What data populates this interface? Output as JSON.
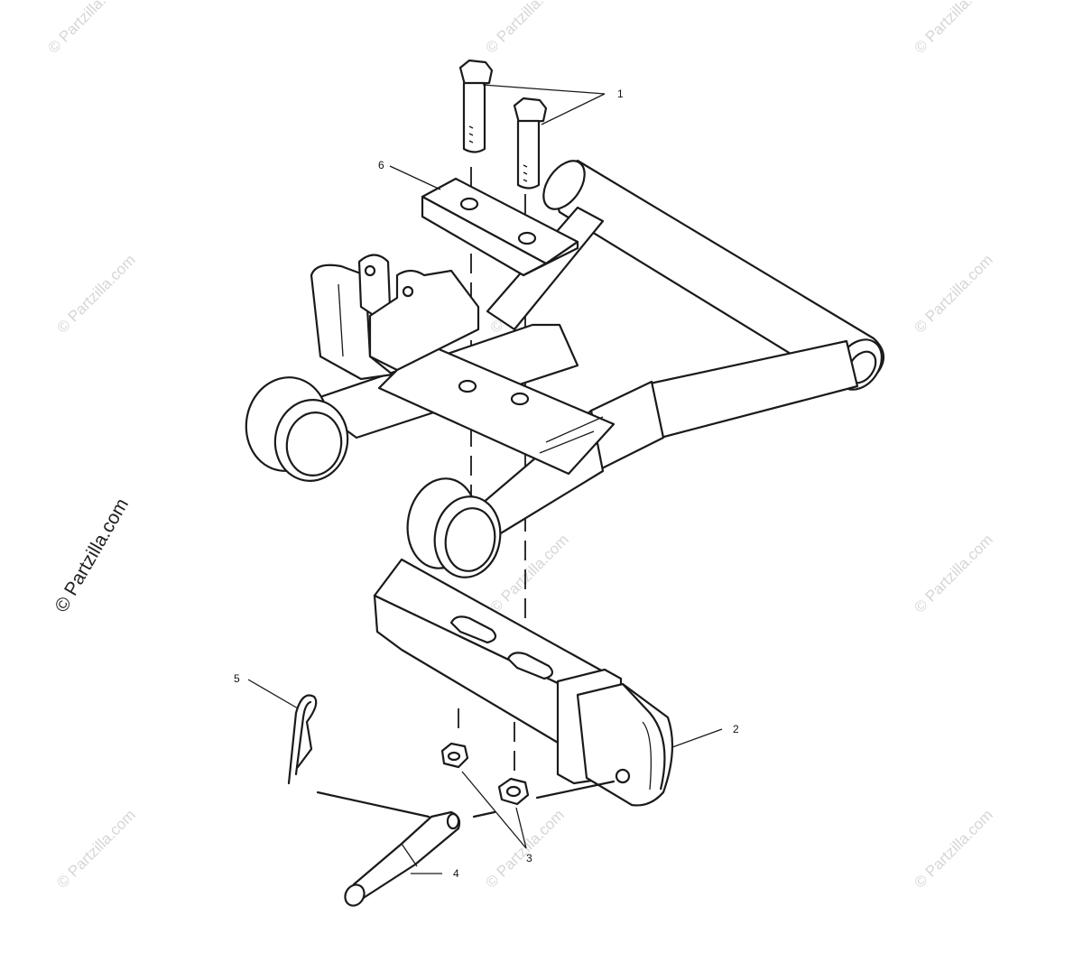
{
  "callouts": {
    "c1": "1",
    "c2": "2",
    "c3": "3",
    "c4": "4",
    "c5": "5",
    "c6": "6"
  },
  "watermark": {
    "text": "© Partzilla.com"
  },
  "colors": {
    "line": "#1a1a1a",
    "background": "#ffffff",
    "watermark": "#d6d6d6"
  }
}
